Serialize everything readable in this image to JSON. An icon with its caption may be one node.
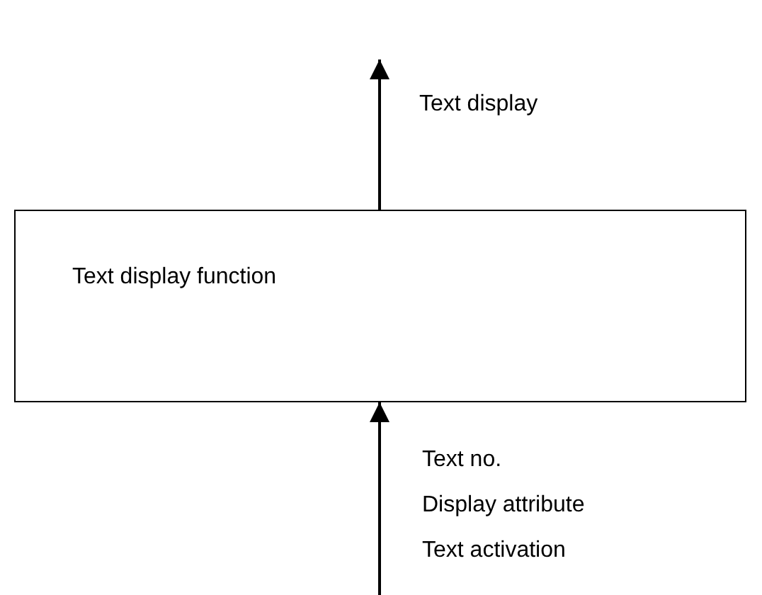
{
  "diagram": {
    "nodes": [
      {
        "text": [
          "Text display function"
        ]
      },
      {
        "text": [
          "Text display"
        ]
      }
    ],
    "edges": [
      {
        "from": 0,
        "to": 1,
        "arrow": "to"
      },
      {
        "from": null,
        "to": 0,
        "arrow": "to"
      }
    ],
    "labels": [
      "Text no.",
      "Display attribute",
      "Text activation"
    ]
  }
}
